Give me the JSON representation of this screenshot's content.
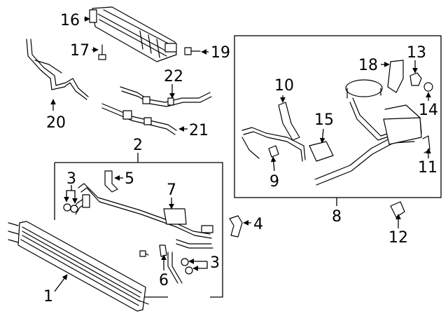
{
  "callouts": {
    "c1": "1",
    "c2": "2",
    "c3a": "3",
    "c3b": "3",
    "c4": "4",
    "c5": "5",
    "c6": "6",
    "c7": "7",
    "c8": "8",
    "c9": "9",
    "c10": "10",
    "c11": "11",
    "c12": "12",
    "c13": "13",
    "c14": "14",
    "c15": "15",
    "c16": "16",
    "c17": "17",
    "c18": "18",
    "c19": "19",
    "c20": "20",
    "c21": "21",
    "c22": "22"
  }
}
